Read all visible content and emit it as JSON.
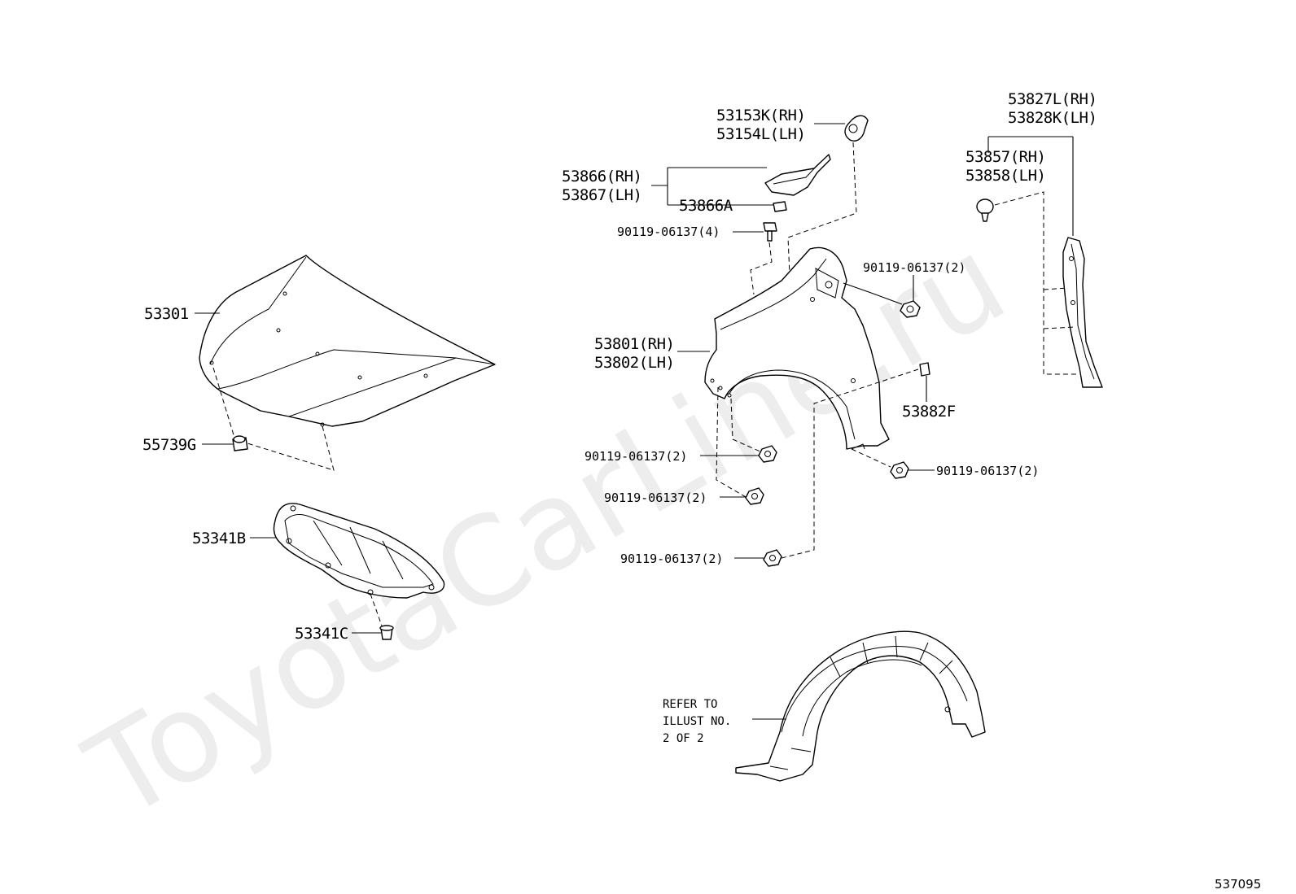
{
  "watermark": "ToyotaCarLine.ru",
  "reference_number": "537095",
  "note": {
    "line1": "REFER TO",
    "line2": "ILLUST NO.",
    "line3": "2 OF 2"
  },
  "parts": {
    "hood": "53301",
    "hood_cushion": "55739G",
    "hood_insulator": "53341B",
    "insulator_clip": "53341C",
    "seal_rh": "53153K(RH)",
    "seal_lh": "53154L(LH)",
    "fender_bracket_rh": "53866(RH)",
    "fender_bracket_lh": "53867(LH)",
    "fender_bracket_clip": "53866A",
    "bolt_top": "90119-06137(4)",
    "bolt_fender_upper": "90119-06137(2)",
    "fender_rh": "53801(RH)",
    "fender_lh": "53802(LH)",
    "fender_clip": "53882F",
    "bolt_lower_1": "90119-06137(2)",
    "bolt_lower_2": "90119-06137(2)",
    "bolt_lower_right": "90119-06137(2)",
    "bolt_lower_3": "90119-06137(2)",
    "fender_seal_rh": "53827L(RH)",
    "fender_seal_lh": "53828K(LH)",
    "seal_clip_rh": "53857(RH)",
    "seal_clip_lh": "53858(LH)"
  }
}
